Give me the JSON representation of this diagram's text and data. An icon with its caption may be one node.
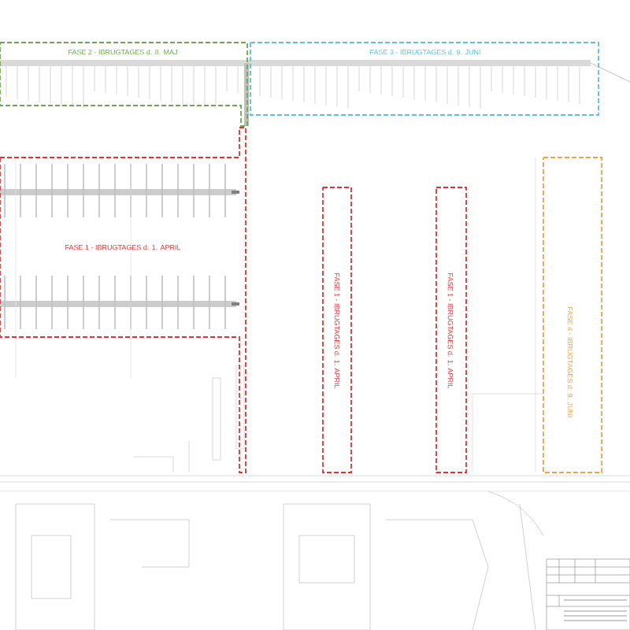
{
  "diagram": {
    "nodes": [
      {
        "text": [
          "FASE 2 - IBRUGTAGES d. 8. MAJ"
        ]
      },
      {
        "text": [
          "FASE 3 - IBRUGTAGES d. 9. JUNI"
        ]
      },
      {
        "text": [
          "FASE 1 - IBRUGTAGES d. 1. APRIL"
        ]
      },
      {
        "text": [
          "FASE 1 - IBRUGTAGES d. 1. APRIL"
        ]
      },
      {
        "text": [
          "FASE 1 - IBRUGTAGES d. 1. APRIL"
        ]
      },
      {
        "text": [
          "FASE 4 - IBRUGTAGES d. 9. JUNI"
        ]
      }
    ]
  }
}
